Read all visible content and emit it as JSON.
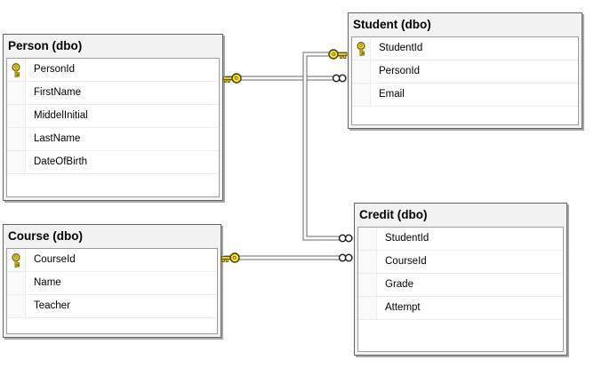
{
  "diagram": {
    "tables": [
      {
        "title": "Person (dbo)",
        "fields": [
          {
            "name": "PersonId",
            "primary_key": true
          },
          {
            "name": "FirstName",
            "primary_key": false
          },
          {
            "name": "MiddelInitial",
            "primary_key": false
          },
          {
            "name": "LastName",
            "primary_key": false
          },
          {
            "name": "DateOfBirth",
            "primary_key": false
          }
        ]
      },
      {
        "title": "Student (dbo)",
        "fields": [
          {
            "name": "StudentId",
            "primary_key": true
          },
          {
            "name": "PersonId",
            "primary_key": false
          },
          {
            "name": "Email",
            "primary_key": false
          }
        ]
      },
      {
        "title": "Course (dbo)",
        "fields": [
          {
            "name": "CourseId",
            "primary_key": true
          },
          {
            "name": "Name",
            "primary_key": false
          },
          {
            "name": "Teacher",
            "primary_key": false
          }
        ]
      },
      {
        "title": "Credit (dbo)",
        "fields": [
          {
            "name": "StudentId",
            "primary_key": false
          },
          {
            "name": "CourseId",
            "primary_key": false
          },
          {
            "name": "Grade",
            "primary_key": false
          },
          {
            "name": "Attempt",
            "primary_key": false
          }
        ]
      }
    ],
    "relationships": [
      {
        "from_table": "Person",
        "from_field": "PersonId",
        "from_cardinality": "one",
        "to_table": "Student",
        "to_field": "PersonId",
        "to_cardinality": "many"
      },
      {
        "from_table": "Student",
        "from_field": "StudentId",
        "from_cardinality": "one",
        "to_table": "Credit",
        "to_field": "StudentId",
        "to_cardinality": "many"
      },
      {
        "from_table": "Course",
        "from_field": "CourseId",
        "from_cardinality": "one",
        "to_table": "Credit",
        "to_field": "CourseId",
        "to_cardinality": "many"
      }
    ],
    "colors": {
      "background": "#ffffff",
      "table_frame": "#f2f2f2",
      "table_border": "#636363",
      "table_shadow": "#a8a8a8",
      "grid_border": "#9d9d9d",
      "row_separator": "#ebebeb",
      "relationship_line": "#6a6a6a",
      "key_icon_fill": "#ffe01a",
      "key_icon_outline": "#6b6200",
      "many_icon_outline": "#222222"
    }
  }
}
